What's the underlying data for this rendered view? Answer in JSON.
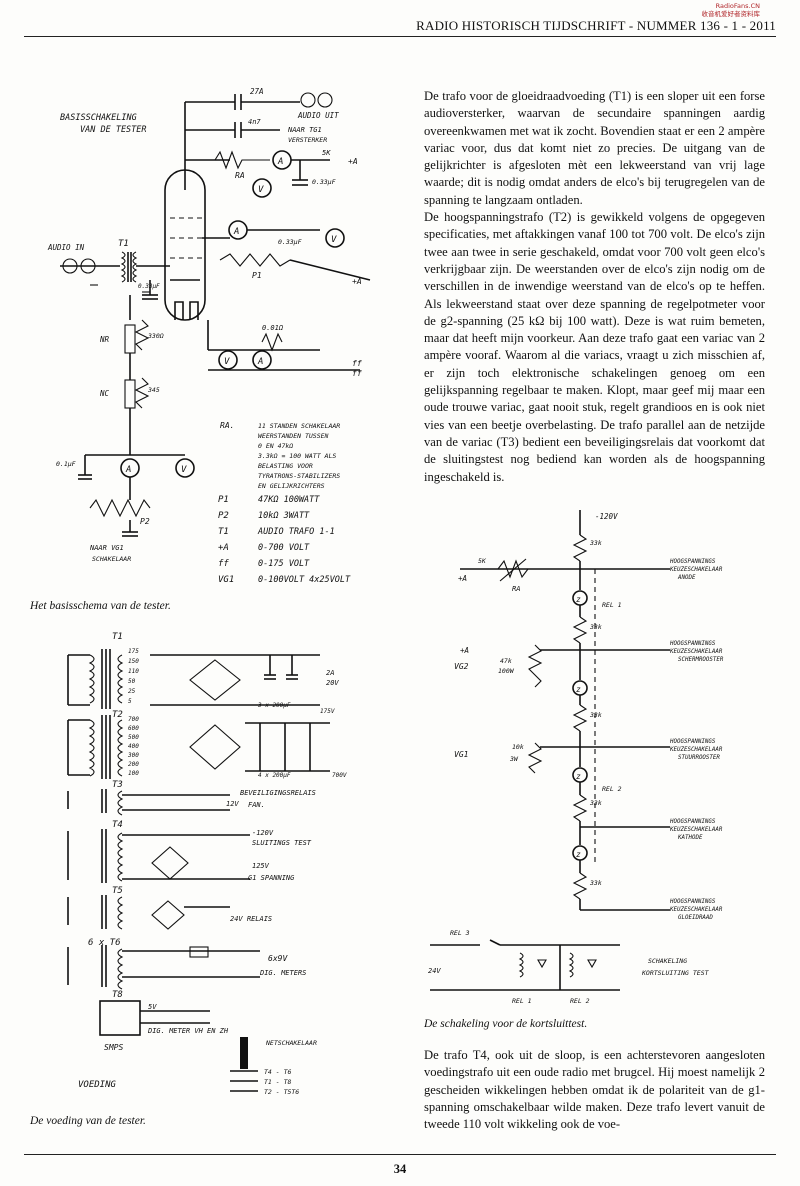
{
  "header": {
    "title": "RADIO HISTORISCH TIJDSCHRIFT - NUMMER 136 - 1 - 2011"
  },
  "watermark": {
    "line1": "RadioFans.CN",
    "line2": "收音机爱好者资料库"
  },
  "captions": {
    "schema": "Het basisschema van de tester.",
    "voeding": "De voeding van de tester.",
    "kortsluit": "De schakeling voor de kortsluittest."
  },
  "body": {
    "para1": "De trafo voor de gloeidraadvoeding (T1) is een sloper uit een forse audioversterker, waarvan de secundaire spanningen aardig overeenkwamen met wat ik zocht. Bovendien staat er een 2 ampère variac voor, dus dat komt niet zo precies. De uitgang van de gelijkrichter is afgesloten mèt een lekweerstand van vrij lage waarde; dit is nodig omdat anders de elco's bij terugregelen van de spanning te langzaam ontladen.",
    "para2": "De hoogspanningstrafo (T2) is gewikkeld volgens de opgegeven specificaties, met aftakkingen vanaf 100 tot 700 volt. De elco's zijn twee aan twee in serie geschakeld, omdat voor 700 volt geen elco's verkrijgbaar zijn. De weerstanden over de elco's zijn nodig om de verschillen in de inwendige weerstand van de elco's op te heffen. Als lekweerstand staat over deze spanning de regelpotmeter voor de g2-spanning (25 kΩ bij 100 watt). Deze is wat ruim bemeten, maar dat heeft mijn voorkeur. Aan deze trafo gaat een variac van 2 ampère vooraf. Waarom al die variacs, vraagt u zich misschien af, er zijn toch elektronische schakelingen genoeg om een gelijkspanning regelbaar te maken. Klopt, maar geef mij maar een oude trouwe variac, gaat nooit stuk, regelt grandioos en is ook niet vies van een beetje overbelasting. De trafo parallel aan de netzijde van de variac (T3) bedient een beveiligingsrelais dat voorkomt dat de sluitingstest nog bediend kan worden als de hoogspanning ingeschakeld is.",
    "para3": "De trafo T4, ook uit de sloop, is een achterstevoren aangesloten voedingstrafo uit een oude radio met brugcel. Hij moest namelijk 2 gescheiden wikkelingen hebben omdat ik de polariteit van de g1-spanning omschakelbaar wilde maken. Deze trafo levert vanuit de tweede 110 volt wikkeling ook de voe-"
  },
  "page_number": "34",
  "schema_labels": {
    "title1": "BASISSCHAKELING",
    "title2": "VAN DE TESTER",
    "audio_in": "AUDIO IN",
    "audio_uit": "AUDIO UIT",
    "naar_tg1": "NAAR TG1",
    "versterker": "VERSTERKER",
    "t1": "T1",
    "ra": "RA",
    "p1": "P1",
    "p2": "P2",
    "nr": "NR",
    "nc": "NC",
    "c27": "27A",
    "c4n7": "4n7",
    "r5k": "5K",
    "c033": "0.33μF",
    "c033b": "0.33μF",
    "c01": "0.1μF",
    "r001": "0.01Ω",
    "r330": "330Ω",
    "r345": "345",
    "plusA": "+A",
    "nr_naar": "NAAR VG1",
    "schakelaar": "SCHAKELAAR",
    "ra_desc": [
      "11 STANDEN SCHAKELAAR",
      "WEERSTANDEN TUSSEN",
      "0 EN 47kΩ",
      "3.3kΩ = 100 WATT ALS",
      "BELASTING VOOR",
      "TYRATRONS-STABILIZERS",
      "EN GELIJKRICHTERS"
    ],
    "legend": [
      {
        "k": "P1",
        "v": "47KΩ  100WATT"
      },
      {
        "k": "P2",
        "v": "10kΩ  3WATT"
      },
      {
        "k": "T1",
        "v": "AUDIO TRAFO 1-1"
      },
      {
        "k": "+A",
        "v": "0-700 VOLT"
      },
      {
        "k": "ff",
        "v": "0-175 VOLT"
      },
      {
        "k": "VG1",
        "v": "0-100VOLT  4x25VOLT"
      }
    ]
  },
  "voeding_labels": {
    "t1": "T1",
    "t2": "T2",
    "t3": "T3",
    "t4": "T4",
    "t5": "T5",
    "t6": "6 x T6",
    "t8": "T8",
    "taps1": [
      "175",
      "150",
      "110",
      "50",
      "25",
      "5"
    ],
    "taps2": [
      "700",
      "600",
      "500",
      "400",
      "300",
      "200",
      "100"
    ],
    "out1": "2A",
    "out1b": "20V",
    "out2": "175V",
    "out2b": "3 x 200μF",
    "out2c": "4 x 200μF",
    "out2d": "700V",
    "relais3": "BEVEILIGINGSRELAIS",
    "relais3b": "FAN.",
    "v12": "12V",
    "v120": "-120V",
    "slt": "SLUITINGS TEST",
    "v125": "125V",
    "g1": "G1 SPANNING",
    "r24": "24V RELAIS",
    "m6": "6x9V",
    "meters": "DIG. METERS",
    "v5": "5V",
    "dig": "DIG. METER VH EN ZH",
    "smps": "SMPS",
    "voeding": "VOEDING",
    "netschakelaar": "NETSCHAKELAAR",
    "sw1": "T4 - T6",
    "sw2": "T1 - T8",
    "sw3": "T2 - T5T6"
  },
  "kort_labels": {
    "v120": "-120V",
    "r33a": "33k",
    "r33b": "33k",
    "r33c": "33k",
    "r33d": "33k",
    "r33e": "33k",
    "r5k": "5K",
    "plusA": "+A",
    "ra": "RA",
    "rel1": "REL 1",
    "rel2": "REL 2",
    "plusA2": "+A",
    "vg2": "VG2",
    "r47k": "47k",
    "w100": "100W",
    "vg1": "VG1",
    "r10k": "10k",
    "w3": "3W",
    "c1": [
      "HOOGSPANNINGS",
      "KEUZESCHAKELAAR",
      "ANODE"
    ],
    "c2": [
      "HOOGSPANNINGS",
      "KEUZESCHAKELAAR",
      "SCHERMROOSTER"
    ],
    "c3": [
      "HOOGSPANNINGS",
      "KEUZESCHAKELAAR",
      "STUURROOSTER"
    ],
    "c4": [
      "HOOGSPANNINGS",
      "KEUZESCHAKELAAR",
      "KATHODE"
    ],
    "c5": [
      "HOOGSPANNINGS",
      "KEUZESCHAKELAAR",
      "GLOEIDRAAD"
    ],
    "rel3": "REL 3",
    "v24": "24V",
    "bot_rel1": "REL 1",
    "bot_rel2": "REL 2",
    "schak1": "SCHAKELING",
    "schak2": "KORTSLUITING TEST"
  }
}
